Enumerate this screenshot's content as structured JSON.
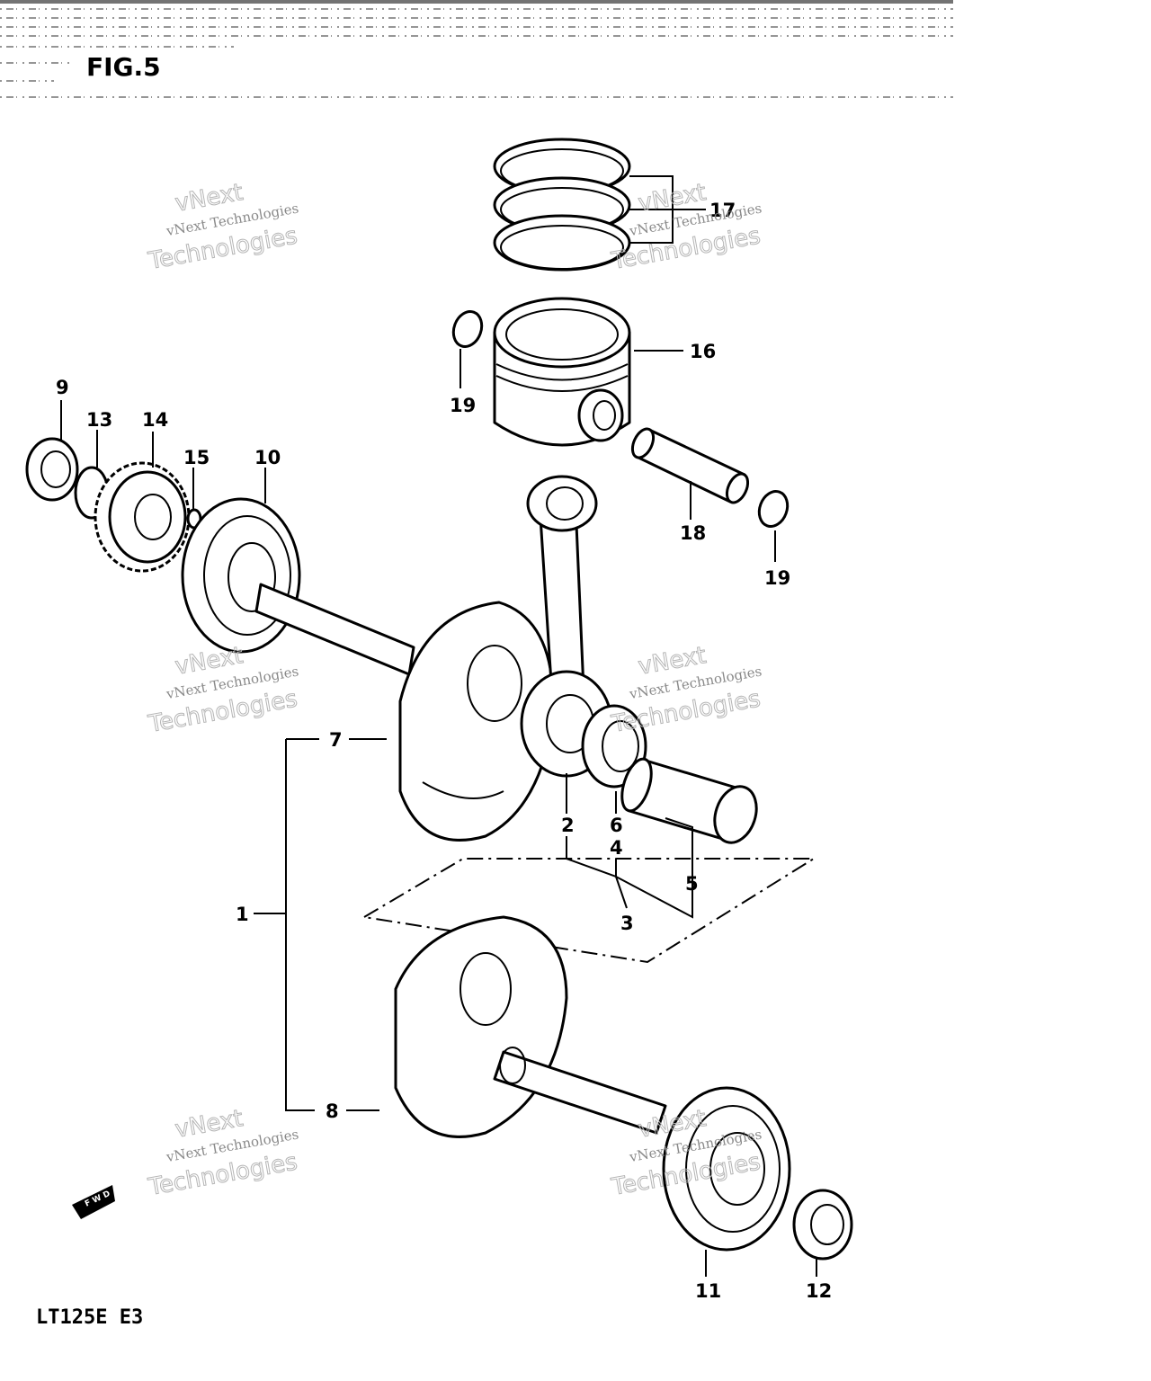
{
  "figure": {
    "title": "FIG.5",
    "model_label": "LT125E  E3"
  },
  "watermark": {
    "line1": "vNext Technologies",
    "outline_top": "vNext",
    "outline_bottom": "Technologies"
  },
  "callouts": {
    "c1": "1",
    "c2": "2",
    "c3": "3",
    "c4": "4",
    "c5": "5",
    "c6": "6",
    "c7": "7",
    "c8": "8",
    "c9": "9",
    "c10": "10",
    "c11": "11",
    "c12": "12",
    "c13": "13",
    "c14": "14",
    "c15": "15",
    "c16": "16",
    "c17": "17",
    "c18": "18",
    "c19a": "19",
    "c19b": "19"
  },
  "direction_arrow": {
    "label": "F W D"
  },
  "colors": {
    "ink": "#000000",
    "paper": "#ffffff",
    "watermark": "#8a8a8a"
  }
}
